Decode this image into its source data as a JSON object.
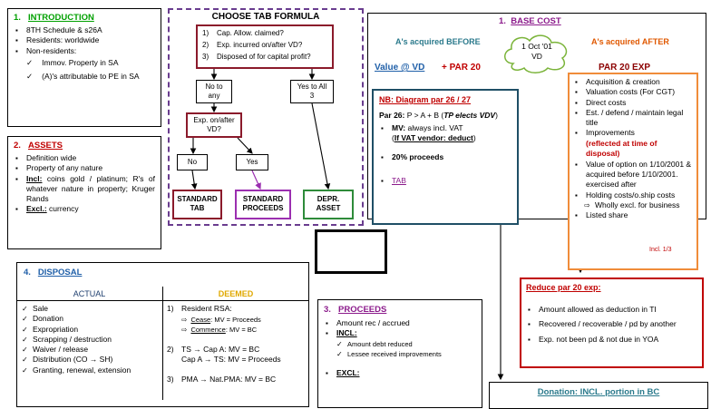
{
  "introduction": {
    "number": "1.",
    "title": "INTRODUCTION",
    "items": [
      "8TH Schedule & s26A",
      "Residents: worldwide",
      "Non-residents:"
    ],
    "sub_items": [
      "Immov. Property in SA",
      "(A)'s attributable to PE in SA"
    ]
  },
  "assets": {
    "number": "2.",
    "title": "ASSETS",
    "items": [
      {
        "label": "",
        "text": "Definition wide"
      },
      {
        "label": "",
        "text": "Property of any nature"
      },
      {
        "label": "Incl:",
        "text": " coins gold / platinum; R's of whatever nature in property; Kruger Rands"
      },
      {
        "label": "Excl.:",
        "text": " currency"
      }
    ]
  },
  "tab_formula": {
    "title": "CHOOSE TAB FORMULA",
    "questions": [
      "Cap. Allow. claimed?",
      "Exp. incurred on/after VD?",
      "Disposed of for capital profit?"
    ],
    "no_any": "No to any",
    "yes_all": "Yes to All 3",
    "exp_after": "Exp. on/after VD?",
    "no": "No",
    "yes": "Yes",
    "standard_tab": "STANDARD TAB",
    "standard_proceeds": "STANDARD PROCEEDS",
    "depr_asset": "DEPR. ASSET"
  },
  "base_cost": {
    "number": "1.",
    "title": "BASE COST",
    "before": "A's acquired BEFORE",
    "after": "A's acquired AFTER",
    "date": "1 Oct '01 VD",
    "value_vd": "Value @ VD",
    "par20": "+ PAR 20",
    "par20_exp": "PAR 20 EXP",
    "incl_note": "Incl. 1/3"
  },
  "diagram_box": {
    "title": "NB: Diagram par 26 / 27",
    "par26_label": "Par 26:",
    "par26_formula": " P > A + B (",
    "par26_tp": "TP elects VDV",
    "par26_end": ")",
    "mv_label": "MV:",
    "mv_text": " always incl. VAT",
    "vat_open": "(",
    "vat_text": "If VAT vendor: deduct",
    "vat_close": ")",
    "proceeds20": "20% proceeds",
    "tab": "TAB"
  },
  "par20_list": [
    "Acquisition & creation",
    "Valuation costs (For CGT)",
    "Direct costs",
    "Est. / defend / maintain legal title",
    "Improvements",
    "Value of option on 1/10/2001 & acquired before 1/10/2001. exercised after",
    "Holding costs/o.ship costs"
  ],
  "improvements_note": "(reflected at time of disposal)",
  "par20_sub": [
    "Wholly excl. for business"
  ],
  "par20_cut": "Listed share",
  "reduce": {
    "title": "Reduce par 20 exp:",
    "items": [
      "Amount allowed as deduction in TI",
      "Recovered / recoverable / pd by another",
      "Exp. not been pd & not due in YOA"
    ]
  },
  "disposal": {
    "number": "4.",
    "title": "DISPOSAL",
    "actual_header": "ACTUAL",
    "deemed_header": "DEEMED",
    "actual": [
      "Sale",
      "Donation",
      "Expropriation",
      "Scrapping / destruction",
      "Waiver / release",
      "Distribution (CO → SH)",
      "Granting, renewal, extension"
    ],
    "deemed_1_label": "1)",
    "deemed_1_title": "Resident RSA:",
    "cease_label": "Cease",
    "cease_text": ": MV = Proceeds",
    "commence_label": "Commence",
    "commence_text": ": MV = BC",
    "deemed_2_label": "2)",
    "ts_line1": "TS → Cap A: MV = BC",
    "ts_line2": "Cap A → TS: MV = Proceeds",
    "deemed_3_label": "3)",
    "deemed_3_text": "PMA → Nat.PMA: MV = BC"
  },
  "proceeds": {
    "number": "3.",
    "title": "PROCEEDS",
    "items": [
      "Amount rec / accrued"
    ],
    "incl": "INCL:",
    "incl_items": [
      "Amount debt reduced",
      "Lessee received improvements"
    ],
    "excl": "EXCL:"
  },
  "donation": {
    "title": "Donation: INCL. portion in BC"
  }
}
